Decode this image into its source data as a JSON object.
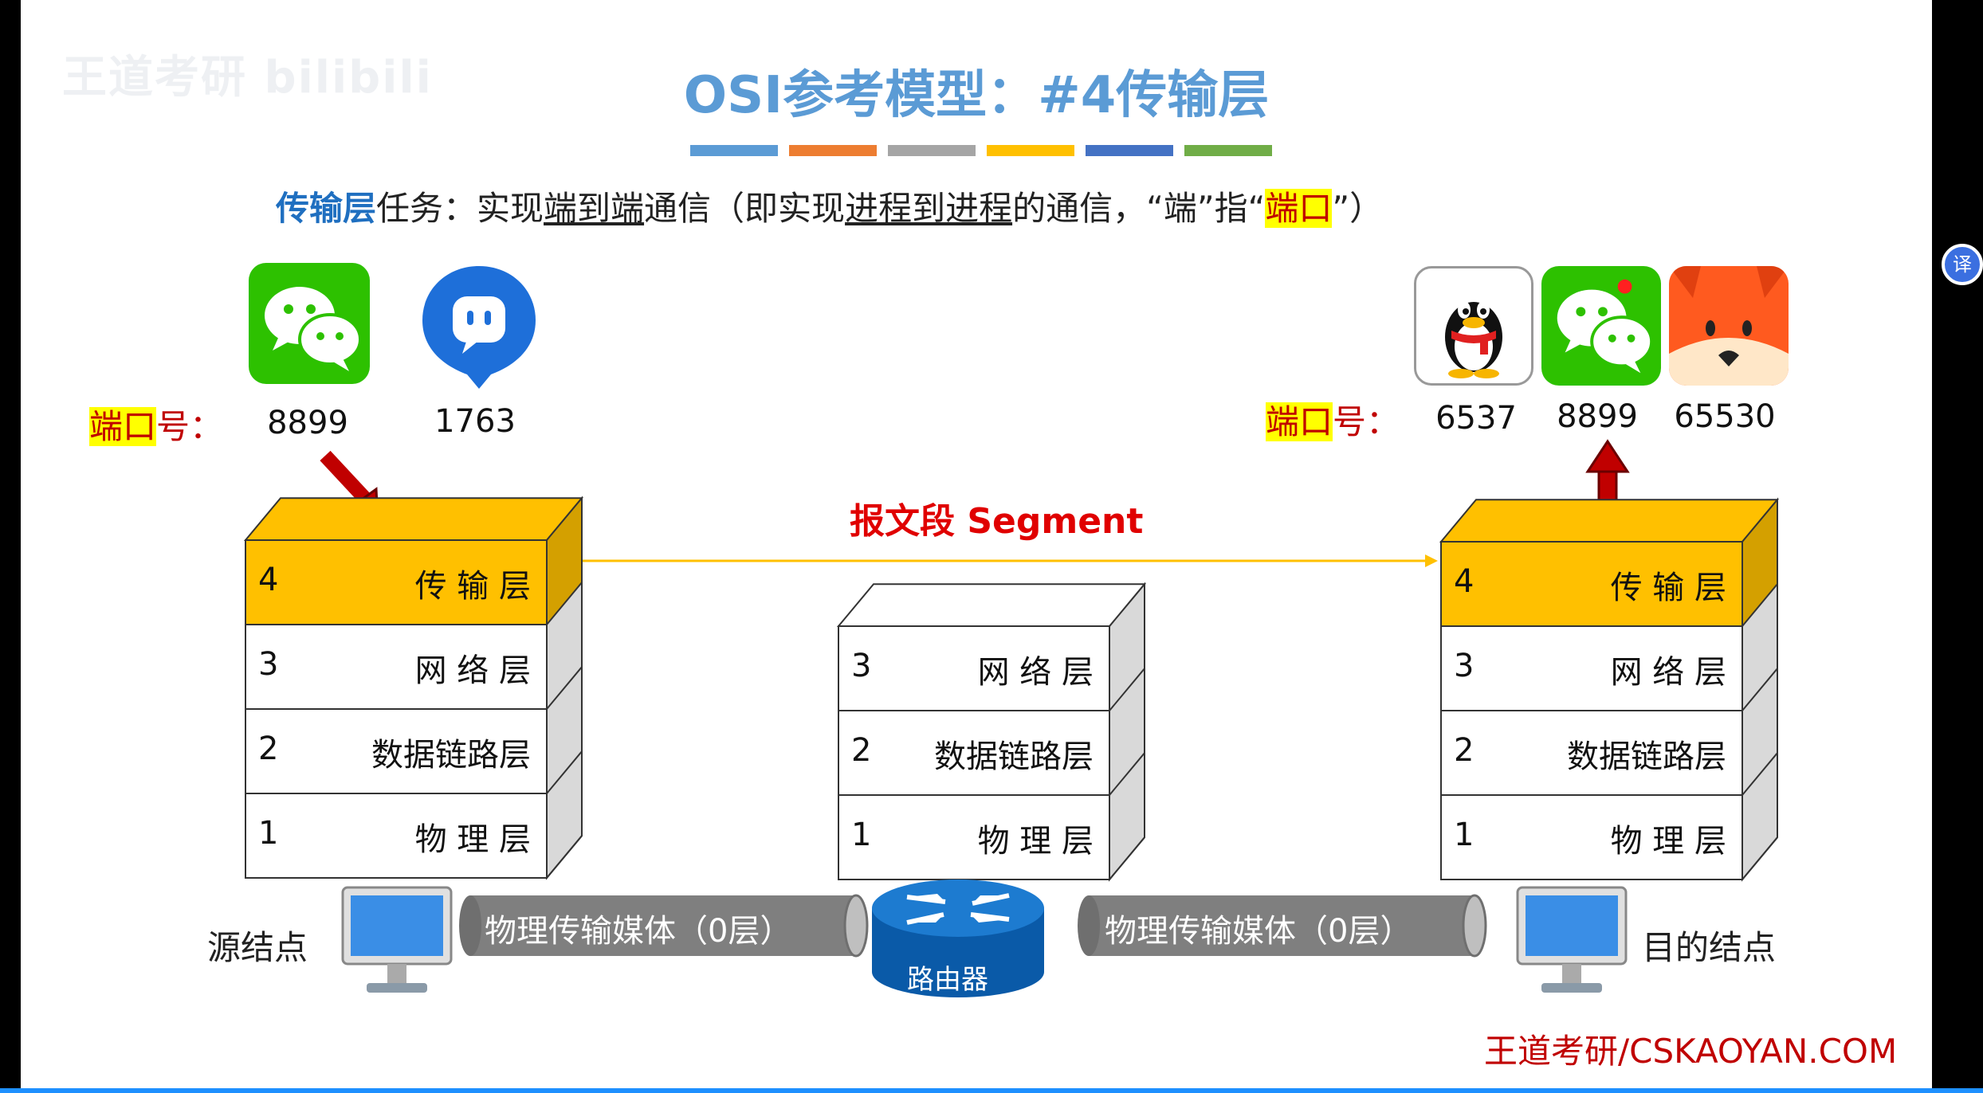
{
  "watermark": "王道考研 bilibili",
  "title": "OSI参考模型：#4传输层",
  "title_bar_colors": [
    "#5b9bd5",
    "#ed7d31",
    "#a5a5a5",
    "#ffc000",
    "#4472c4",
    "#70ad47"
  ],
  "subtitle": {
    "part1": "传输层",
    "part2": "任务：实现",
    "part3": "端到端",
    "part4": "通信（即实现",
    "part5": "进程到进程",
    "part6": "的通信，“端”指“",
    "part7": "端口",
    "part8": "”）"
  },
  "left_ports": {
    "label_hl": "端口",
    "label_rest": "号：",
    "apps": [
      {
        "icon": "wechat-icon",
        "port": "8899"
      },
      {
        "icon": "dingtalk-icon",
        "port": "1763"
      }
    ]
  },
  "right_ports": {
    "label_hl": "端口",
    "label_rest": "号：",
    "apps": [
      {
        "icon": "qq-icon",
        "port": "6537"
      },
      {
        "icon": "wechat-icon",
        "port": "8899"
      },
      {
        "icon": "fox-app-icon",
        "port": "65530"
      }
    ]
  },
  "segment_label": "报文段 Segment",
  "stacks": {
    "source": [
      {
        "num": "4",
        "name": "传 输 层"
      },
      {
        "num": "3",
        "name": "网 络 层"
      },
      {
        "num": "2",
        "name": "数据链路层"
      },
      {
        "num": "1",
        "name": "物 理 层"
      }
    ],
    "router": [
      {
        "num": "3",
        "name": "网 络 层"
      },
      {
        "num": "2",
        "name": "数据链路层"
      },
      {
        "num": "1",
        "name": "物 理 层"
      }
    ],
    "dest": [
      {
        "num": "4",
        "name": "传 输 层"
      },
      {
        "num": "3",
        "name": "网 络 层"
      },
      {
        "num": "2",
        "name": "数据链路层"
      },
      {
        "num": "1",
        "name": "物 理 层"
      }
    ]
  },
  "source_node": "源结点",
  "dest_node": "目的结点",
  "medium_left": "物理传输媒体（0层）",
  "medium_right": "物理传输媒体（0层）",
  "router_label": "路由器",
  "footer": "王道考研/CSKAOYAN.COM",
  "translate_btn": "译",
  "colors": {
    "transport_layer": "#ffc000",
    "title": "#5b9bd5",
    "arrow_red": "#c00000",
    "segment_line": "#ffc000"
  }
}
